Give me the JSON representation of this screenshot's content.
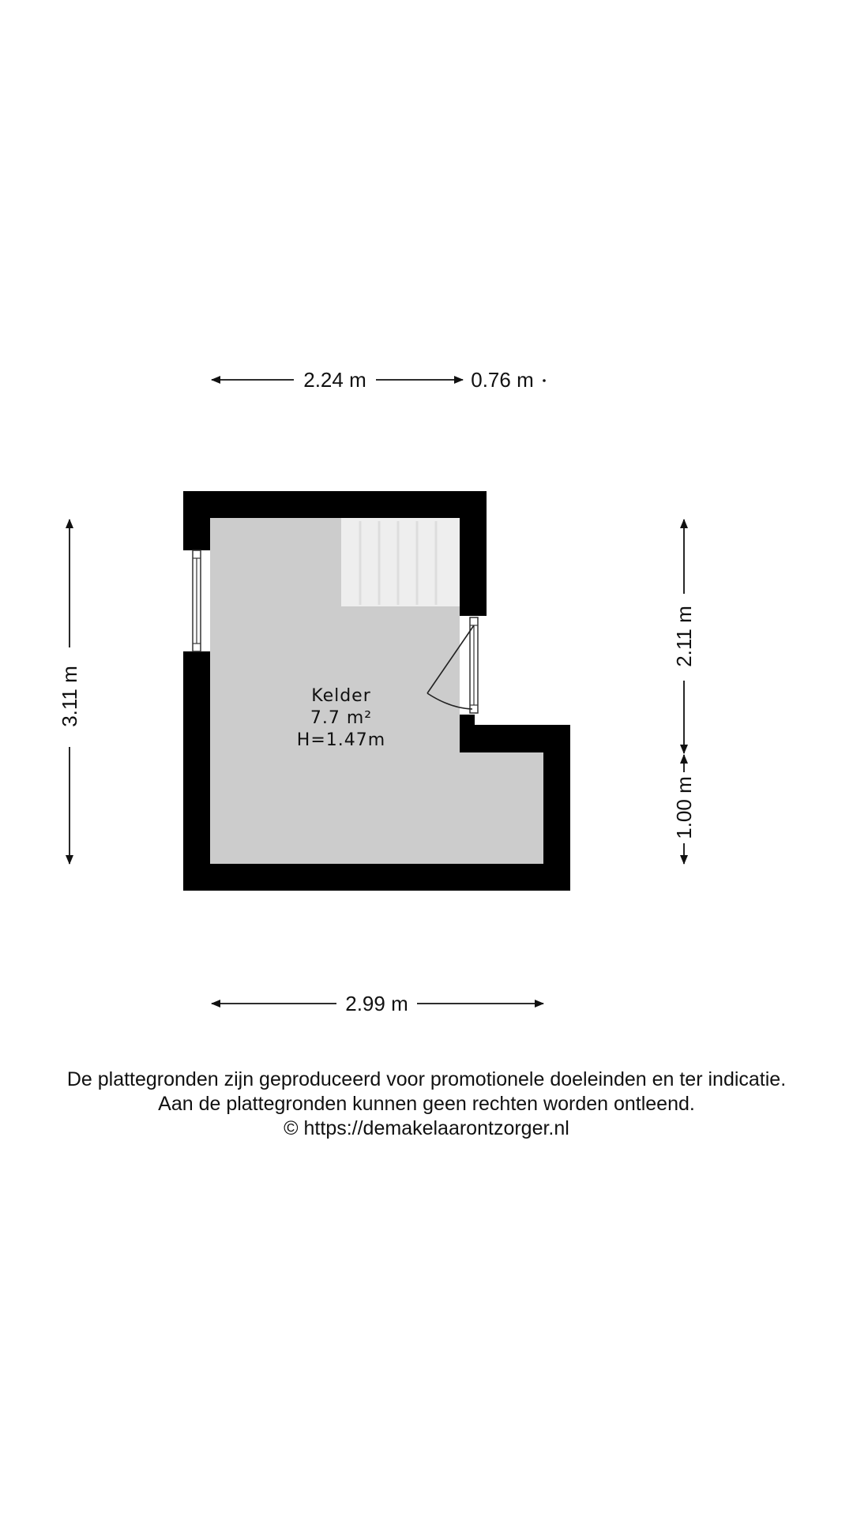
{
  "plan": {
    "room": {
      "name": "Kelder",
      "area": "7.7 m²",
      "height": "H=1.47m"
    },
    "dimensions": {
      "top_left": "2.24 m",
      "top_right": "0.76 m",
      "left": "3.11 m",
      "right_upper": "2.11 m",
      "right_lower": "1.00 m",
      "bottom": "2.99 m"
    },
    "colors": {
      "wall": "#000000",
      "floor": "#cccccc",
      "stairs": "#eeeeee"
    }
  },
  "disclaimer": {
    "line1": "De plattegronden zijn geproduceerd voor promotionele doeleinden en ter indicatie.",
    "line2": "Aan de plattegronden kunnen geen rechten worden ontleend.",
    "line3": "© https://demakelaarontzorger.nl"
  }
}
